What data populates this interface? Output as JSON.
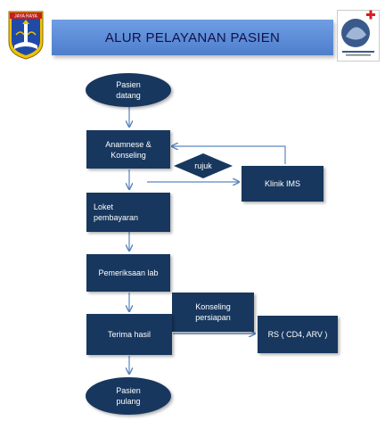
{
  "title": "ALUR PELAYANAN  PASIEN",
  "logos": {
    "left_text": "JAYA  RAYA",
    "left_icon": "dki-jakarta-crest-icon",
    "right_icon": "health-center-logo-icon"
  },
  "flow": {
    "pasien_datang": "Pasien\ndatang",
    "anamnese": "Anamnese &\nKonseling",
    "rujuk": "rujuk",
    "klinik_ims": "Klinik IMS",
    "loket": "Loket\npembayaran",
    "pemeriksaan": "Pemeriksaan lab",
    "konseling": "Konseling\npersiapan",
    "terima_hasil": "Terima hasil",
    "rs": "RS  ( CD4,  ARV )",
    "pasien_pulang": "Pasien\npulang"
  },
  "colors": {
    "shape_fill": "#17375e",
    "banner": "#5b8bd6",
    "arrow": "#5b86bf"
  }
}
